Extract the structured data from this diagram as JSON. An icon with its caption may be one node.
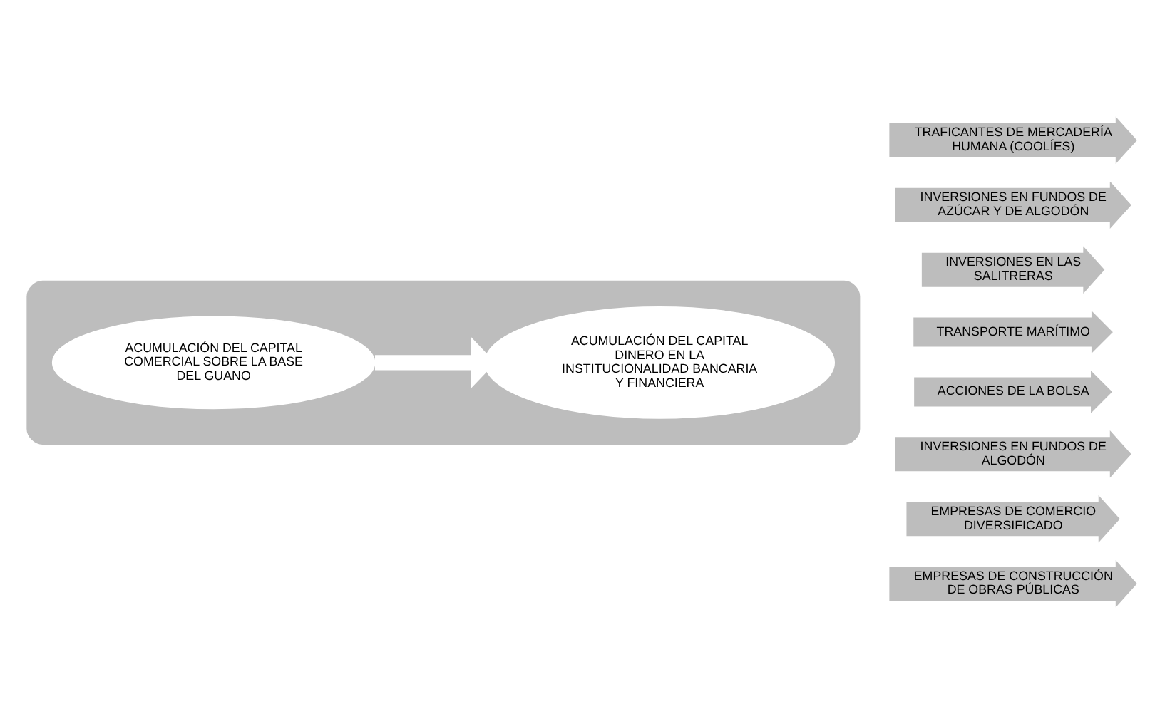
{
  "diagram": {
    "nodes": [
      {
        "text": [],
        "shape": "box"
      },
      {
        "text": [
          "ACUMULACIÓN DEL CAPITAL COMERCIAL SOBRE LA BASE DEL GUANO"
        ],
        "in": 0
      },
      {
        "text": [
          "ACUMULACIÓN DEL CAPITAL DINERO EN LA INSTITUCIONALIDAD BANCARIA Y FINANCIERA"
        ],
        "in": 0
      },
      {
        "text": [
          "TRAFICANTES DE MERCADERÍA HUMANA (COOLÍES)"
        ]
      },
      {
        "text": [
          "INVERSIONES EN FUNDOS DE AZÚCAR Y DE ALGODÓN"
        ]
      },
      {
        "text": [
          "INVERSIONES EN LAS SALITRERAS"
        ]
      },
      {
        "text": [
          "TRANSPORTE MARÍTIMO"
        ]
      },
      {
        "text": [
          "ACCIONES DE LA BOLSA"
        ]
      },
      {
        "text": [
          "INVERSIONES EN FUNDOS DE ALGODÓN"
        ]
      },
      {
        "text": [
          "EMPRESAS DE COMERCIO DIVERSIFICADO"
        ]
      },
      {
        "text": [
          "EMPRESAS DE CONSTRUCCIÓN DE OBRAS PÚBLICAS"
        ]
      }
    ],
    "edges": [
      {
        "from": 1,
        "to": 2,
        "arrow": "to",
        "color": "#ffffff"
      }
    ]
  }
}
